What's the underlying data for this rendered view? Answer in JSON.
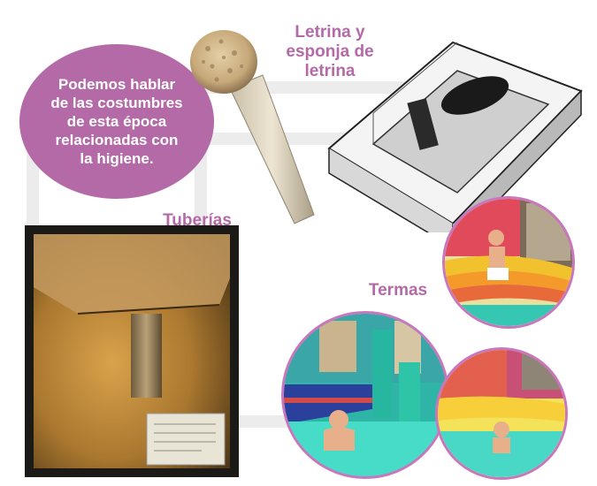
{
  "bubble": {
    "text": "Podemos hablar de las costumbres de esta época relacionadas con la higiene."
  },
  "labels": {
    "letrina": "Letrina y esponja de letrina",
    "tuberias": "Tuberías",
    "termas": "Termas"
  },
  "colors": {
    "accent": "#b36aa6",
    "circle_border": "#c877be",
    "background_path": "#ececec"
  }
}
